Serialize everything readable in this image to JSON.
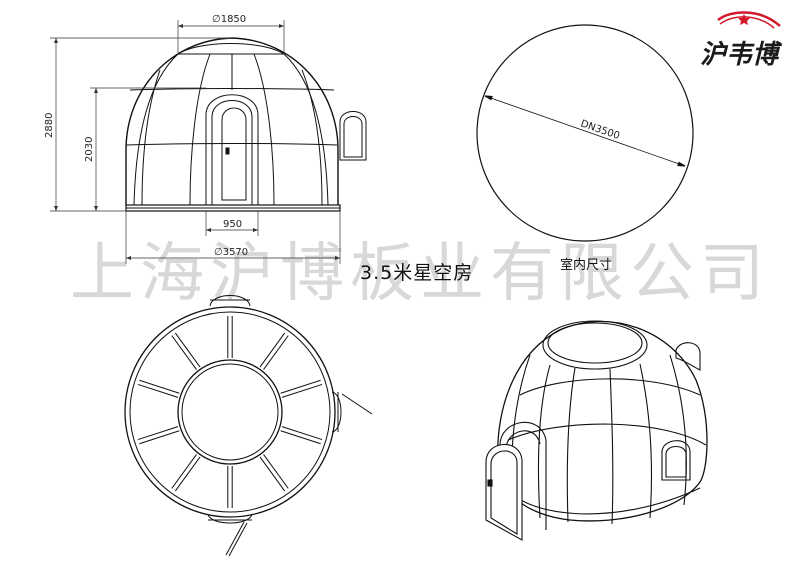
{
  "brand": {
    "name": "沪韦博",
    "accent": "#d4182b"
  },
  "watermark": "上海沪博板业有限公司",
  "title": "3.5米星空房",
  "interior_label": "室内尺寸",
  "dimensions": {
    "top_width": "∅1850",
    "total_height": "2880",
    "door_height": "2030",
    "door_width": "950",
    "base_diameter": "∅3570",
    "interior_diameter": "DN3500"
  }
}
